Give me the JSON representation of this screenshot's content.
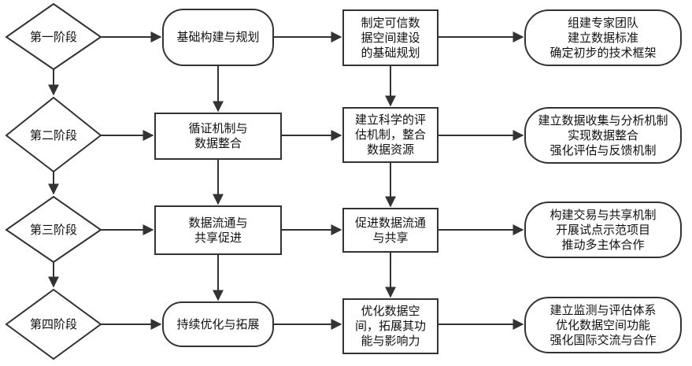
{
  "stages": [
    {
      "label": "第一阶段",
      "step": "基础构建与规划",
      "detail": "制定可信数\n据空间建设\n的基础规划",
      "actions": "组建专家团队\n建立数据标准\n确定初步的技术框架"
    },
    {
      "label": "第二阶段",
      "step": "循证机制与\n数据整合",
      "detail": "建立科学的评\n估机制，整合\n数据资源",
      "actions": "建立数据收集与分析机制\n实现数据整合\n强化评估与反馈机制"
    },
    {
      "label": "第三阶段",
      "step": "数据流通与\n共享促进",
      "detail": "促进数据流通\n与共享",
      "actions": "构建交易与共享机制\n开展试点示范项目\n推动多主体合作"
    },
    {
      "label": "第四阶段",
      "step": "持续优化与拓展",
      "detail": "优化数据空\n间，拓展其功\n能与影响力",
      "actions": "建立监测与评估体系\n优化数据空间功能\n强化国际交流与合作"
    }
  ]
}
